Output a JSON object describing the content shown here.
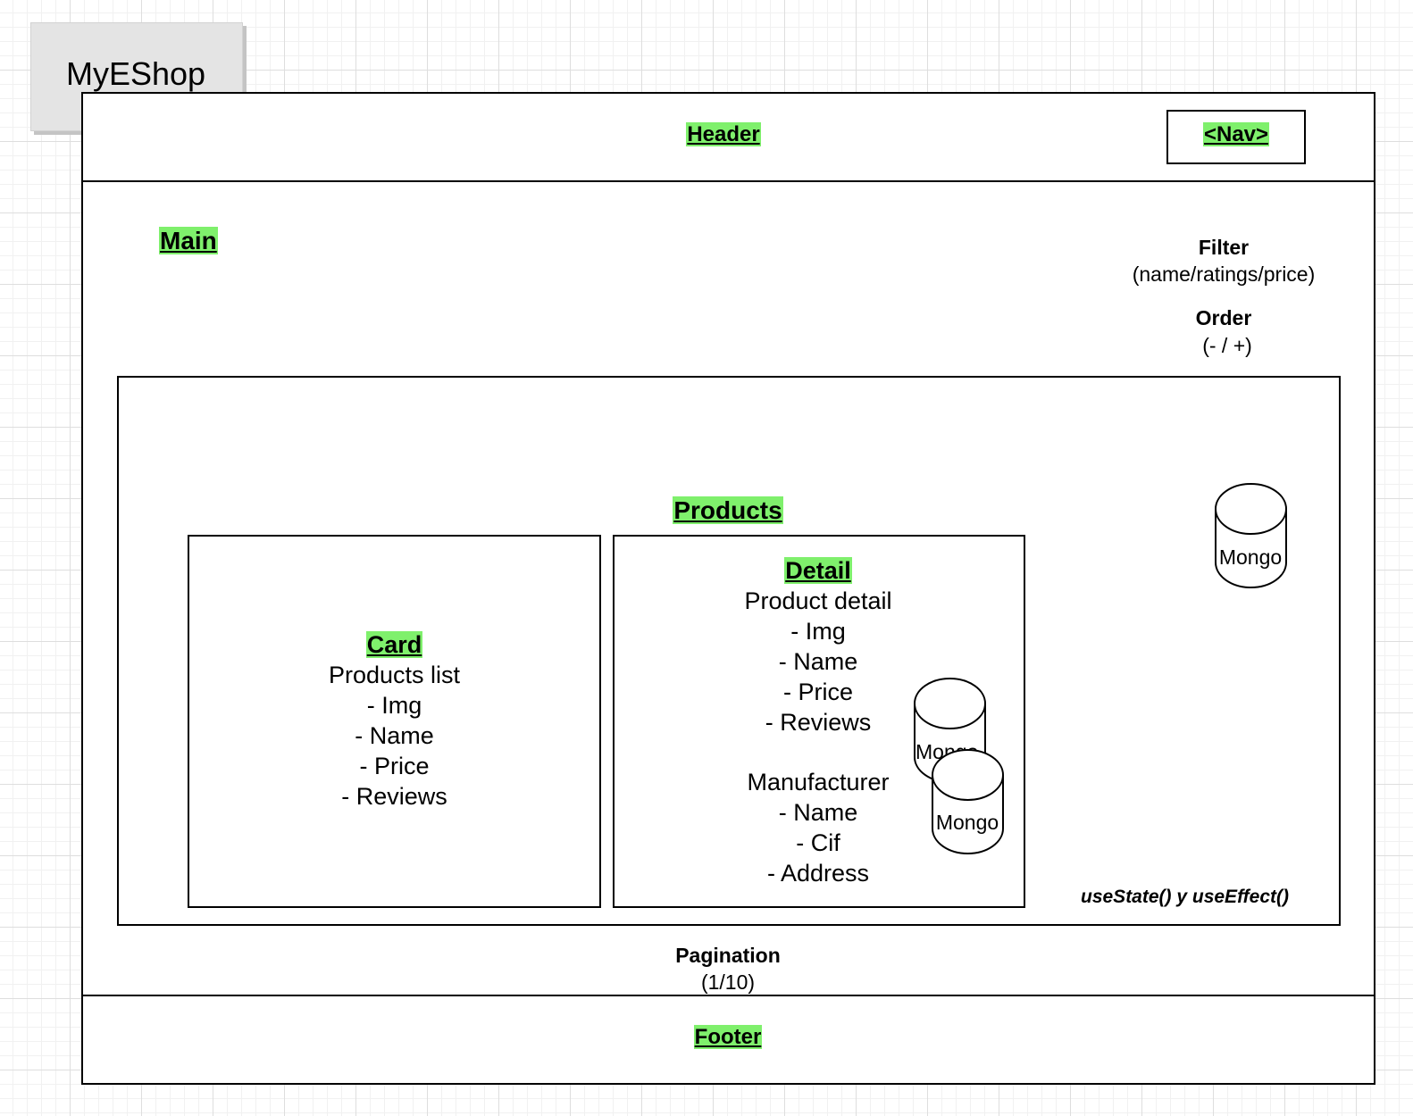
{
  "tab": {
    "title": "MyEShop"
  },
  "header": {
    "label": "Header",
    "nav_label": "<Nav>"
  },
  "main": {
    "label": "Main",
    "filter": {
      "title": "Filter",
      "subtitle": "(name/ratings/price)"
    },
    "order": {
      "title": "Order",
      "subtitle": "(- / +)"
    },
    "pagination": {
      "title": "Pagination",
      "subtitle": "(1/10)"
    }
  },
  "products": {
    "label": "Products",
    "hooks_note": "useState() y useEffect()",
    "mongo_label": "Mongo",
    "card": {
      "label": "Card",
      "title": "Products list",
      "items": [
        "- Img",
        "- Name",
        "- Price",
        "- Reviews"
      ]
    },
    "detail": {
      "label": "Detail",
      "title": "Product detail",
      "items": [
        "- Img",
        "- Name",
        "- Price",
        "- Reviews"
      ],
      "manufacturer_title": "Manufacturer",
      "manufacturer_items": [
        "- Name",
        "- Cif",
        "- Address"
      ],
      "mongo_back_label": "Mongo",
      "mongo_front_label": "Mongo"
    }
  },
  "footer": {
    "label": "Footer"
  },
  "colors": {
    "highlight": "#7ff06c",
    "tab_bg": "#e4e4e4",
    "grid": "#dedede"
  }
}
